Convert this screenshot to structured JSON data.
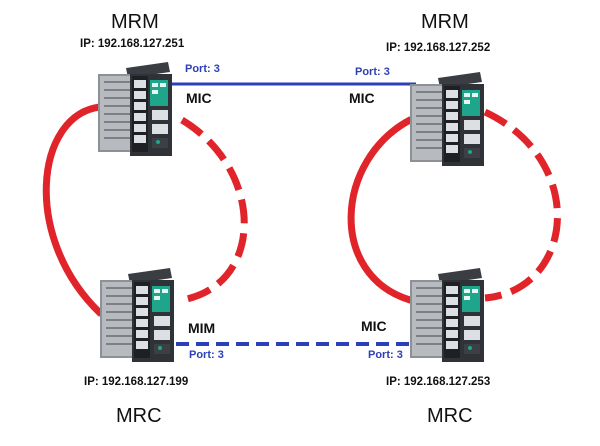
{
  "nodes": {
    "top_left": {
      "role": "MRM",
      "ip": "IP: 192.168.127.251",
      "conn_label": "MIC",
      "port": "Port: 3"
    },
    "top_right": {
      "role": "MRM",
      "ip": "IP: 192.168.127.252",
      "conn_label": "MIC",
      "port": "Port: 3"
    },
    "bottom_left": {
      "role": "MRC",
      "ip": "IP: 192.168.127.199",
      "conn_label": "MIM",
      "port": "Port: 3"
    },
    "bottom_right": {
      "role": "MRC",
      "ip": "IP: 192.168.127.253",
      "conn_label": "MIC",
      "port": "Port: 3"
    }
  },
  "colors": {
    "ring": "#e0242a",
    "interconnect": "#2b3fb8",
    "switch_body": "#2f3237",
    "switch_accent": "#1fa58c"
  },
  "links": {
    "top": "solid",
    "bottom": "dashed"
  }
}
